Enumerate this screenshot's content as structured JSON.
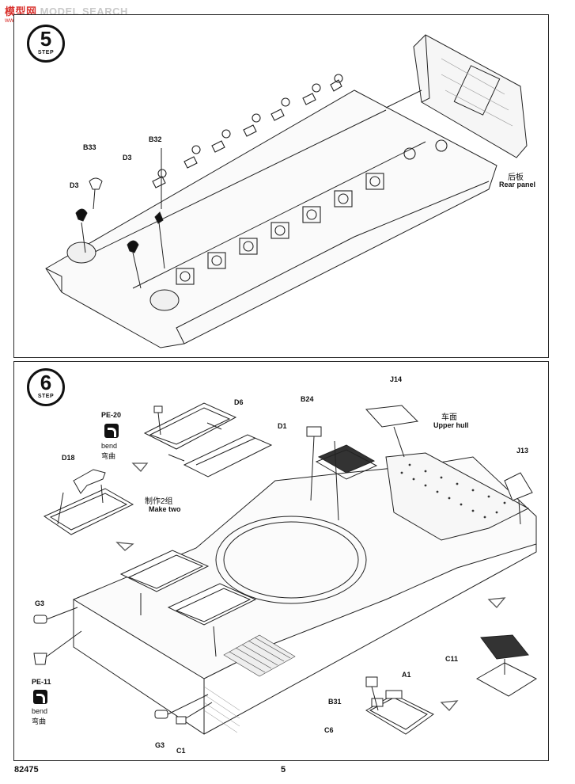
{
  "watermark": {
    "text_a": "模型",
    "text_b": "网",
    "text_c": " MODEL SEARCH",
    "url": "www.moxing.net"
  },
  "step5": {
    "step_word": "STEP",
    "number": "5",
    "labels": {
      "b33": "B33",
      "d3_a": "D3",
      "d3_b": "D3",
      "b32": "B32"
    },
    "rear_panel_cn": "后板",
    "rear_panel_en": "Rear panel"
  },
  "step6": {
    "step_word": "STEP",
    "number": "6",
    "labels": {
      "pe20": "PE-20",
      "d6": "D6",
      "d1": "D1",
      "d18": "D18",
      "b24": "B24",
      "j14": "J14",
      "j13": "J13",
      "g3_top": "G3",
      "g3_bottom": "G3",
      "pe11": "PE-11",
      "c1": "C1",
      "a1": "A1",
      "b31": "B31",
      "c6": "C6",
      "c11": "C11"
    },
    "bend_en": "bend",
    "bend_cn": "弯曲",
    "make_two_cn": "制作2组",
    "make_two_en": "Make two",
    "upper_hull_cn": "车面",
    "upper_hull_en": "Upper hull"
  },
  "footer": {
    "catalog_number": "82475",
    "page_number": "5"
  }
}
